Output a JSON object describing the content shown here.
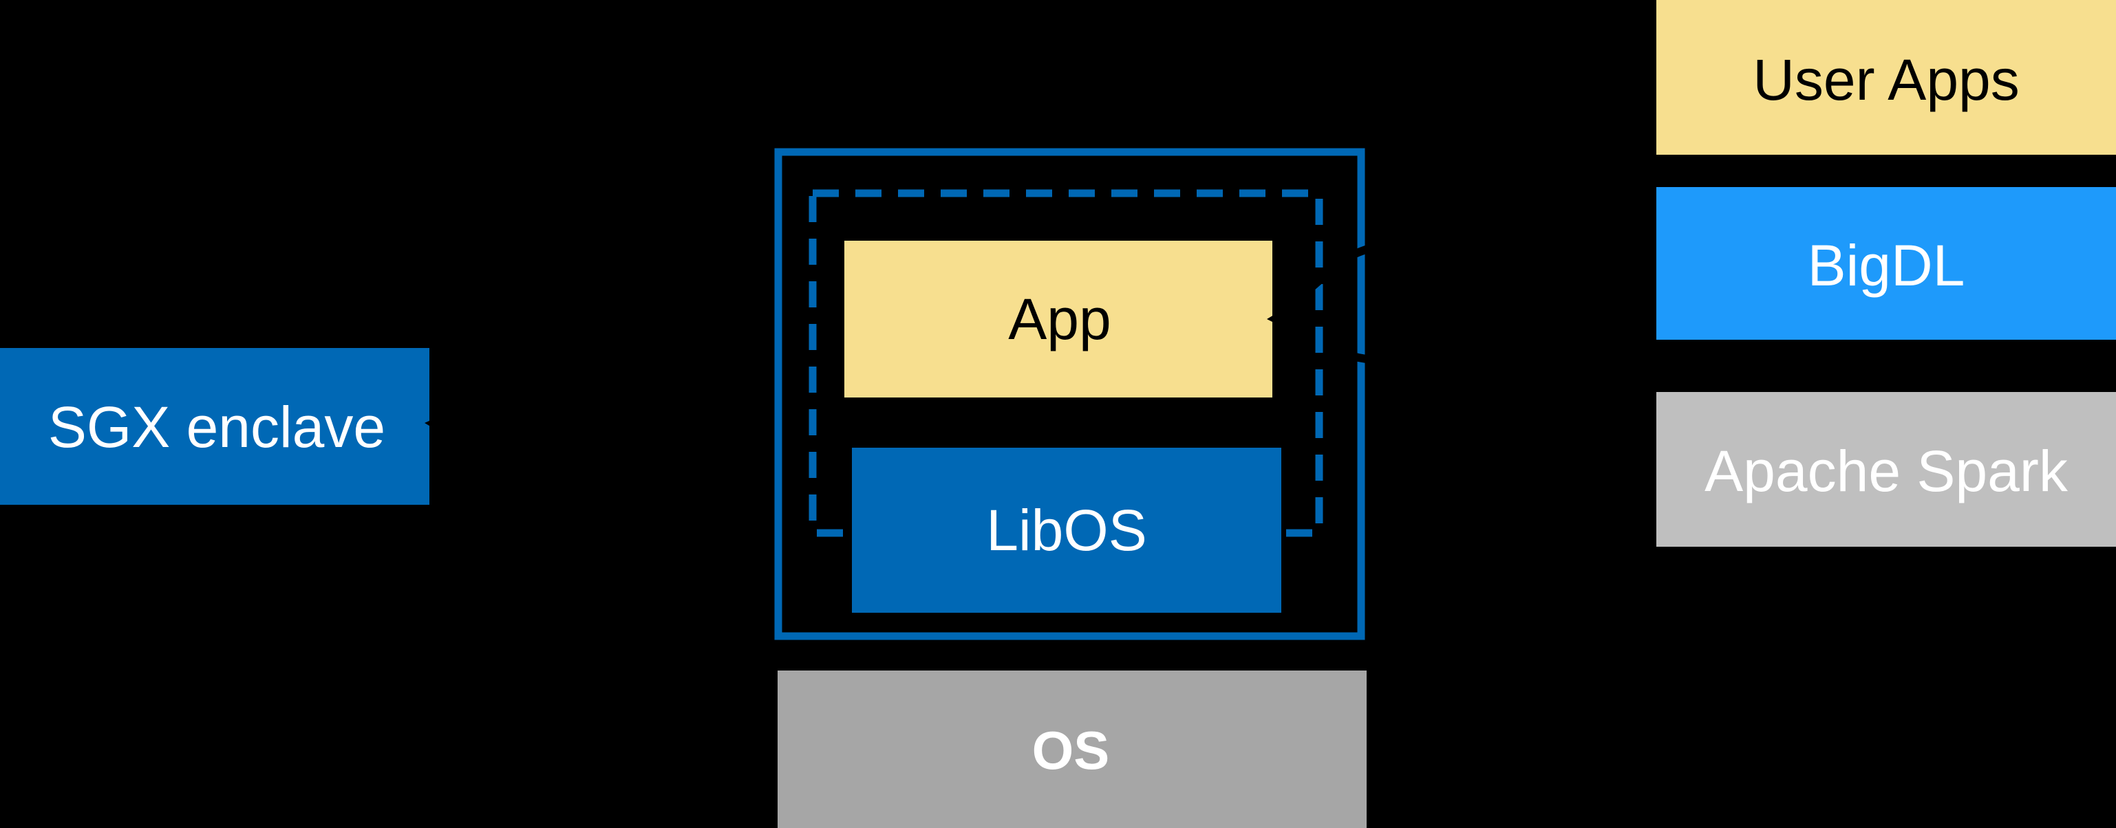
{
  "canvas": {
    "background": "#000000"
  },
  "colors": {
    "intel_blue": "#0068B5",
    "bright_blue": "#1E9AFB",
    "yellow": "#F7DF8F",
    "gray_light": "#BFBFBF",
    "gray_mid": "#A6A6A6",
    "white": "#FFFFFF",
    "black": "#000000"
  },
  "boxes": {
    "sgx_enclave": {
      "label": "SGX enclave"
    },
    "app": {
      "label": "App"
    },
    "libos": {
      "label": "LibOS"
    },
    "os": {
      "label": "OS"
    },
    "user_apps": {
      "label": "User Apps"
    },
    "bigdl": {
      "label": "BigDL"
    },
    "apache_spark": {
      "label": "Apache Spark"
    }
  },
  "arrows": {
    "color": "#000000",
    "items": [
      {
        "name": "arrow-to-app",
        "points_at": "App"
      },
      {
        "name": "arrow-into-enclave-box",
        "points_at": "enclave box interior"
      },
      {
        "name": "arrow-to-sgx-enclave",
        "points_at": "SGX enclave"
      }
    ]
  }
}
